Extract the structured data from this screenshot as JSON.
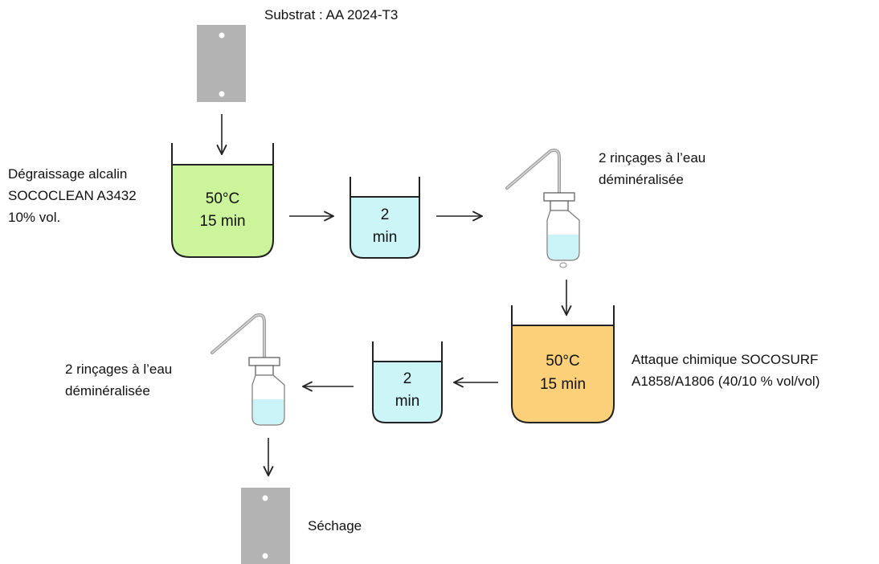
{
  "labels": {
    "substrate": "Substrat : AA 2024-T3",
    "degreasing_line1": "Dégraissage alcalin",
    "degreasing_line2": "SOCOCLEAN A3432",
    "degreasing_line3": "10% vol.",
    "rinse_top_line1": "2 rinçages à l’eau",
    "rinse_top_line2": "déminéralisée",
    "etching_line1": "Attaque chimique SOCOSURF",
    "etching_line2": "A1858/A1806 (40/10 % vol/vol)",
    "rinse_bottom_line1": "2 rinçages à l’eau",
    "rinse_bottom_line2": "déminéralisée",
    "drying": "Séchage"
  },
  "baths": {
    "degreasing": {
      "line1": "50°C",
      "line2": "15 min",
      "color": "#ccf59b"
    },
    "rinse_top": {
      "line1": "2",
      "line2": "min",
      "color": "#ccf5f8"
    },
    "etching": {
      "line1": "50°C",
      "line2": "15 min",
      "color": "#fcd078"
    },
    "rinse_bottom": {
      "line1": "2",
      "line2": "min",
      "color": "#ccf5f8"
    }
  },
  "colors": {
    "plate": "#b3b3b3",
    "bottle_liquid": "#c9f3f6",
    "line": "#222222"
  }
}
